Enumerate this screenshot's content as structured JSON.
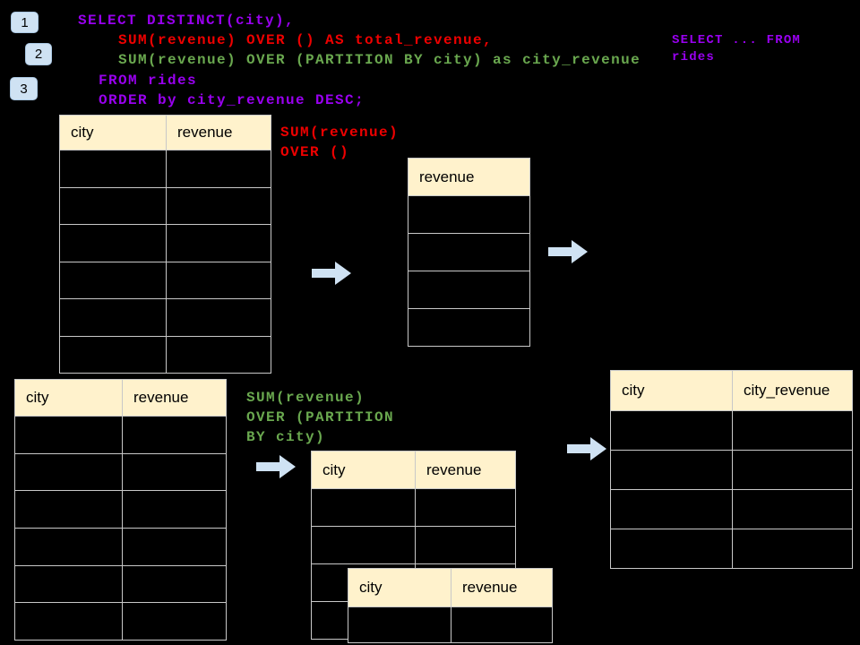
{
  "colors": {
    "bg": "#000000",
    "purple": "#9900f0",
    "red": "#ee0000",
    "green": "#6aa84f",
    "header_bg": "#fff2cc",
    "table_border": "#c8c8c8",
    "arrow": "#cfe2f3",
    "badge_bg": "#cfe2f3",
    "badge_border": "#aac7e2"
  },
  "badges": [
    {
      "label": "1"
    },
    {
      "label": "2"
    },
    {
      "label": "3"
    }
  ],
  "code": {
    "lines": [
      {
        "text": "SELECT DISTINCT(city),",
        "color": "purple"
      },
      {
        "text": "SUM(revenue) OVER () AS total_revenue,",
        "color": "red"
      },
      {
        "text": "SUM(revenue) OVER (PARTITION BY city) as city_revenue",
        "color": "green"
      },
      {
        "text": "FROM rides",
        "color": "purple"
      },
      {
        "text": "ORDER by city_revenue DESC;",
        "color": "purple"
      }
    ]
  },
  "side_note": {
    "line1": "SELECT ... FROM",
    "line2": "rides",
    "color": "purple"
  },
  "annotations": {
    "total_revenue": {
      "line1": "SUM(revenue)",
      "line2": "OVER ()",
      "color": "red"
    },
    "partition": {
      "line1": "SUM(revenue)",
      "line2": "OVER (PARTITION",
      "line3": "BY city)",
      "color": "green"
    }
  },
  "tables": {
    "source_top": {
      "headers": [
        "city",
        "revenue"
      ],
      "rows": 6
    },
    "total_revenue": {
      "headers": [
        "revenue"
      ],
      "rows": 4
    },
    "source_bottom": {
      "headers": [
        "city",
        "revenue"
      ],
      "rows": 6
    },
    "partition_a": {
      "headers": [
        "city",
        "revenue"
      ],
      "rows": 4
    },
    "partition_b": {
      "headers": [
        "city",
        "revenue"
      ],
      "rows": 1
    },
    "result": {
      "headers": [
        "city",
        "city_revenue"
      ],
      "rows": 4
    }
  },
  "icons": {
    "flow_arrow": "right-block-arrow"
  }
}
